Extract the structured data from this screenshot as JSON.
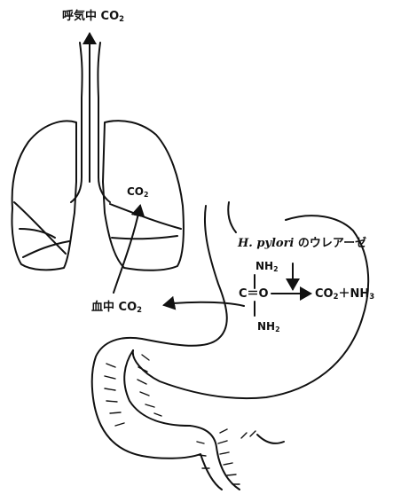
{
  "labels": {
    "breath_co2_prefix": "呼気中 CO",
    "breath_co2_sub": "2",
    "lung_co2_prefix": "CO",
    "lung_co2_sub": "2",
    "blood_co2_prefix": "血中 CO",
    "blood_co2_sub": "2",
    "hpylori_name": "H. pylori",
    "urease_suffix": " のウレアーゼ",
    "nh2_top_prefix": "NH",
    "nh2_top_sub": "2",
    "nh2_bottom_prefix": "NH",
    "nh2_bottom_sub": "2",
    "carbonyl": "C＝O",
    "products_co2_prefix": "CO",
    "products_co2_sub": "2",
    "products_plus_nh3_prefix": "＋NH",
    "products_nh3_sub": "3"
  },
  "colors": {
    "ink": "#111111",
    "background": "#ffffff"
  }
}
